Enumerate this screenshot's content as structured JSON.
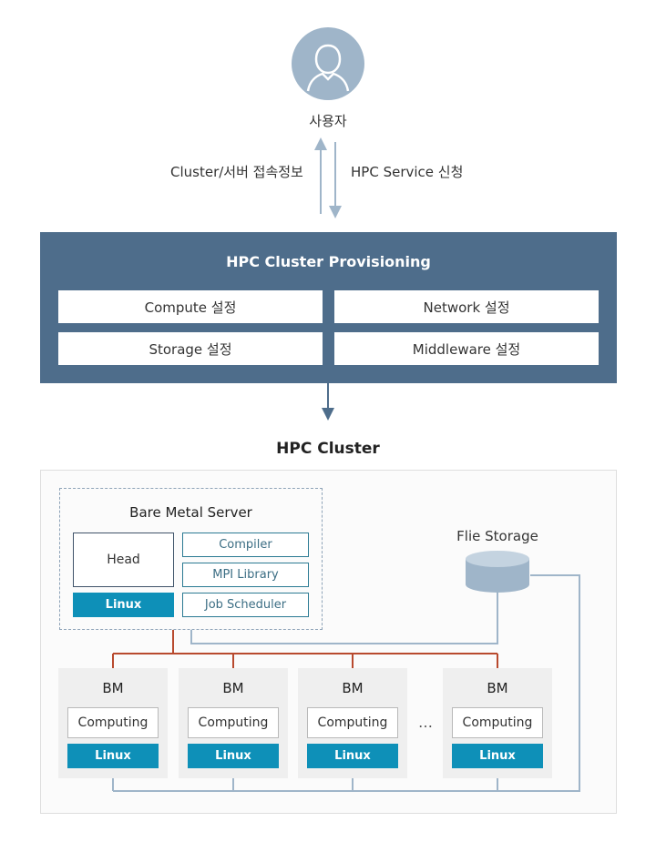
{
  "user": {
    "label": "사용자",
    "icon": "user-avatar-icon"
  },
  "flow": {
    "left_label": "Cluster/서버 접속정보",
    "right_label": "HPC Service 신청"
  },
  "provisioning": {
    "title": "HPC Cluster Provisioning",
    "items": [
      "Compute 설정",
      "Network 설정",
      "Storage 설정",
      "Middleware 설정"
    ]
  },
  "cluster": {
    "title": "HPC Cluster",
    "bare_metal": {
      "title": "Bare Metal Server",
      "head": "Head",
      "os": "Linux",
      "software": [
        "Compiler",
        "MPI Library",
        "Job Scheduler"
      ]
    },
    "storage": {
      "label": "Flie Storage",
      "icon": "storage-cylinder-icon"
    },
    "nodes": [
      {
        "title": "BM",
        "role": "Computing",
        "os": "Linux"
      },
      {
        "title": "BM",
        "role": "Computing",
        "os": "Linux"
      },
      {
        "title": "BM",
        "role": "Computing",
        "os": "Linux"
      },
      {
        "title": "BM",
        "role": "Computing",
        "os": "Linux"
      }
    ],
    "ellipsis": "…"
  },
  "colors": {
    "provisioning_panel": "#4e6d8b",
    "linux_badge": "#0e90b8",
    "red_bus": "#b84a2e",
    "storage_line": "#9fb5c9"
  }
}
